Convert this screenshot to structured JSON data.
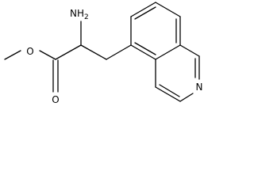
{
  "molecule": {
    "atom_labels": {
      "amine": "NH",
      "amine_subscript": "2",
      "ester_ether_oxygen": "O",
      "carbonyl_oxygen": "O",
      "ring_nitrogen": "N"
    }
  }
}
